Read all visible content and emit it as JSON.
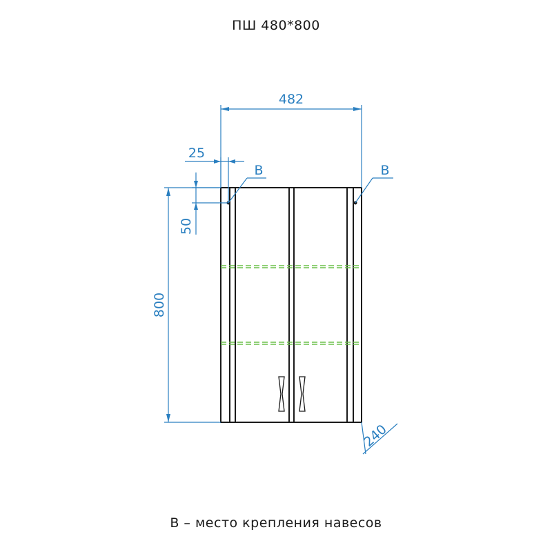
{
  "title": "ПШ 480*800",
  "dimensions": {
    "width": "482",
    "height": "800",
    "depth": "240",
    "hanger_offset_x": "25",
    "hanger_offset_y": "50"
  },
  "markers": {
    "left": "B",
    "right": "B"
  },
  "legend": "B – место крепления навесов",
  "colors": {
    "dimension": "#2a7fc0",
    "outline": "#1a1a1a",
    "shelf_dashed": "#6cc04a"
  }
}
